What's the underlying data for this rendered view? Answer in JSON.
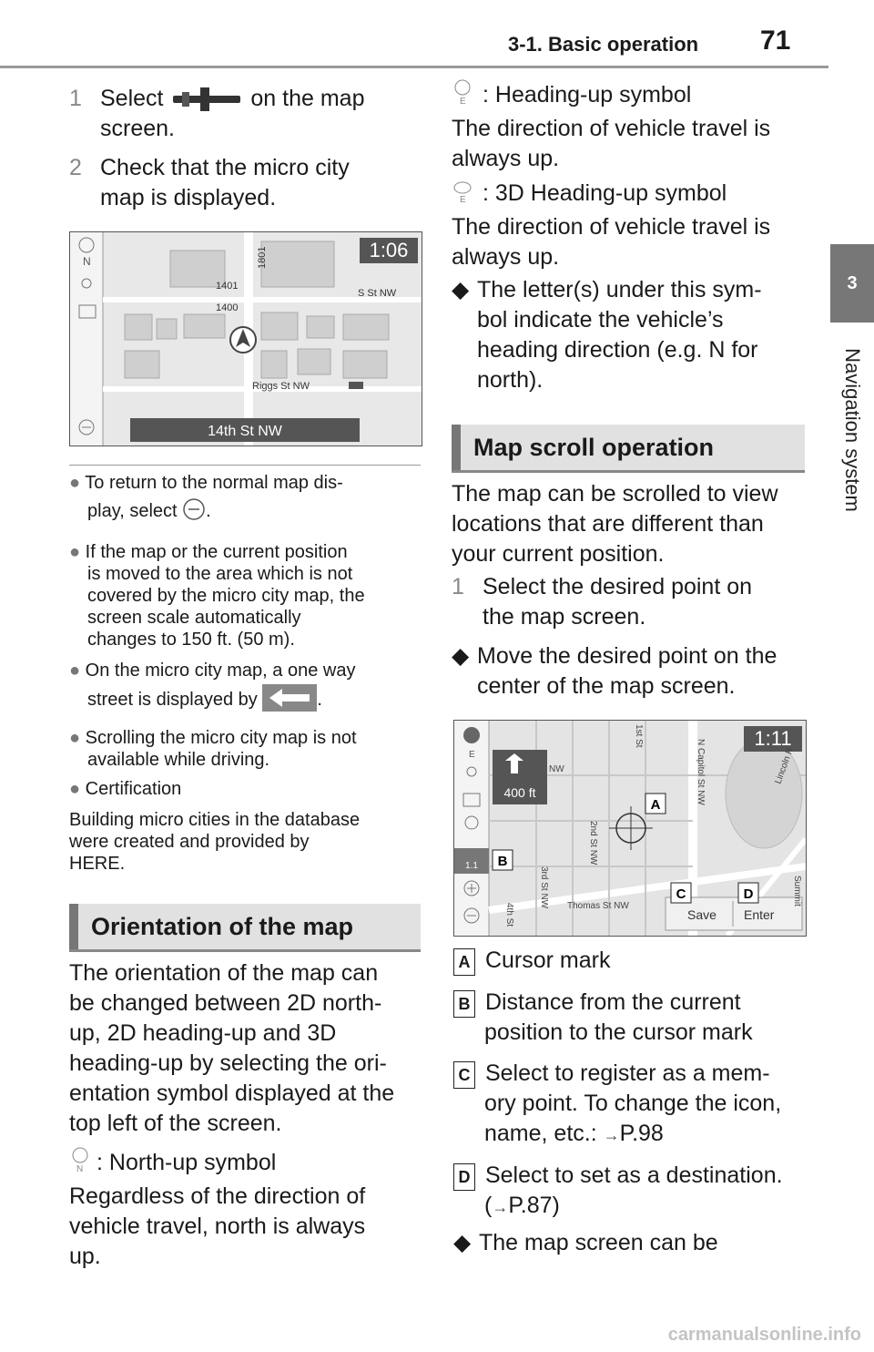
{
  "header": {
    "section": "3-1. Basic operation",
    "page_number": "71"
  },
  "side_tab": {
    "number": "3",
    "label": "Navigation system"
  },
  "left": {
    "step1": {
      "num": "1",
      "text_a": "Select",
      "text_b": "on the map",
      "text_c": "screen."
    },
    "step2": {
      "num": "2",
      "text_a": "Check that the micro city",
      "text_b": "map is displayed."
    },
    "map1": {
      "time": "1:06",
      "street_bottom": "14th St NW",
      "labels": [
        "1401",
        "1400",
        "1801",
        "S St NW",
        "Riggs St NW"
      ],
      "north": "N"
    },
    "notes": [
      {
        "a": "To return to the normal map dis-",
        "b": "play, select",
        "c": "."
      },
      {
        "a": "If the map or the current position",
        "b": "is moved to the area which is not",
        "c": "covered by the micro city map, the",
        "d": "screen scale automatically",
        "e": "changes to 150 ft. (50 m)."
      },
      {
        "a": "On the micro city map, a one way",
        "b": "street is displayed by",
        "c": "."
      },
      {
        "a": "Scrolling the micro city map is not",
        "b": "available while driving."
      },
      {
        "a": "Certification"
      }
    ],
    "cert_text": [
      "Building micro cities in the database",
      "were created and provided by",
      "HERE."
    ],
    "section_title": "Orientation of the map",
    "orientation_para": [
      "The orientation of the map can",
      "be changed between 2D north-",
      "up, 2D heading-up and 3D",
      "heading-up by selecting the ori-",
      "entation symbol displayed at the",
      "top left of the screen."
    ],
    "north_up": {
      "title": ": North-up symbol",
      "lines": [
        "Regardless of the direction of",
        "vehicle travel, north is always",
        "up."
      ]
    }
  },
  "right": {
    "heading_up": {
      "title": ": Heading-up symbol",
      "lines": [
        "The direction of vehicle travel is",
        "always up."
      ]
    },
    "heading_3d": {
      "title": ": 3D Heading-up symbol",
      "lines": [
        "The direction of vehicle travel is",
        "always up."
      ]
    },
    "letter_note": [
      "The letter(s) under this sym-",
      "bol indicate the vehicle’s",
      "heading direction (e.g. N for",
      "north)."
    ],
    "section_title": "Map scroll operation",
    "scroll_para": [
      "The map can be scrolled to view",
      "locations that are different than",
      "your current position."
    ],
    "step1": {
      "num": "1",
      "a": "Select the desired point on",
      "b": "the map screen."
    },
    "move_note": [
      "Move the desired point on the",
      "center of the map screen."
    ],
    "map2": {
      "time": "1:11",
      "distance": "400 ft",
      "scale": "1.1",
      "save": "Save",
      "enter": "Enter",
      "streets": [
        "N Capitol St NW",
        "2nd St NW",
        "3rd St NW",
        "4th St",
        "Thomas St NW",
        "Lincoln R",
        "NW",
        "Summit",
        "1st St"
      ],
      "heading": "E"
    },
    "legend": [
      {
        "key": "A",
        "lines": [
          "Cursor mark"
        ]
      },
      {
        "key": "B",
        "lines": [
          "Distance from the current",
          "position to the cursor mark"
        ]
      },
      {
        "key": "C",
        "lines": [
          "Select to register as a mem-",
          "ory point. To change the icon,",
          "name, etc.: "
        ],
        "ref": "P.98"
      },
      {
        "key": "D",
        "lines": [
          "Select to set as a destination.",
          "("
        ],
        "ref": "P.87",
        "tail": ")"
      }
    ],
    "last_note": "The map screen can be"
  },
  "footer": {
    "watermark": "carmanualsonline.info"
  },
  "colors": {
    "tab": "#777777",
    "section_bg": "#e1e1e1",
    "rule": "#9a9a9a"
  }
}
